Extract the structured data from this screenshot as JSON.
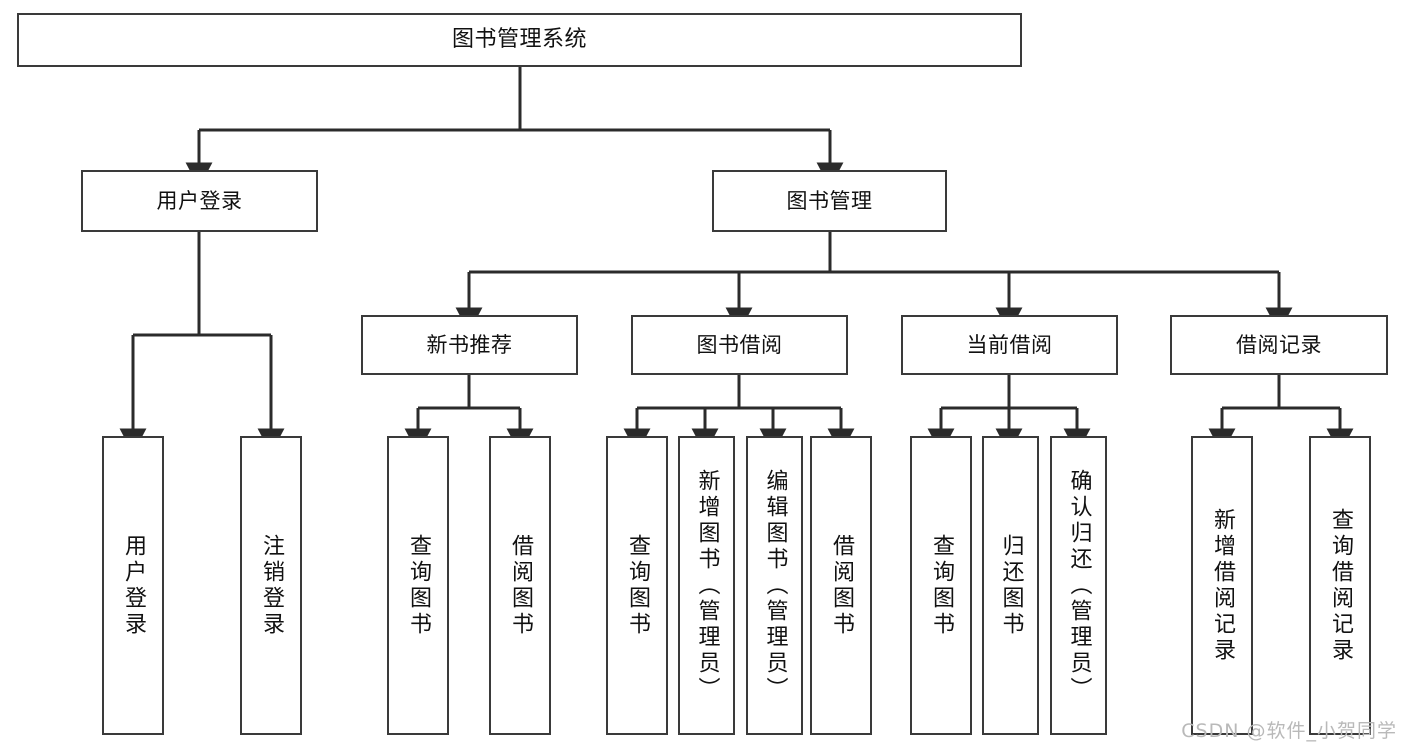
{
  "diagram": {
    "title": "图书管理系统",
    "type": "tree",
    "colors": {
      "box_stroke": "#3a3a3a",
      "box_fill": "#ffffff",
      "connector": "#2b2b2b",
      "text": "#111111",
      "watermark": "#b9b9b9",
      "background": "#ffffff"
    },
    "root": {
      "label": "图书管理系统",
      "orientation": "horizontal"
    },
    "level2": [
      {
        "label": "用户登录",
        "orientation": "horizontal"
      },
      {
        "label": "图书管理",
        "orientation": "horizontal"
      }
    ],
    "level3": [
      {
        "label": "新书推荐",
        "orientation": "horizontal",
        "parent": "图书管理"
      },
      {
        "label": "图书借阅",
        "orientation": "horizontal",
        "parent": "图书管理"
      },
      {
        "label": "当前借阅",
        "orientation": "horizontal",
        "parent": "图书管理"
      },
      {
        "label": "借阅记录",
        "orientation": "horizontal",
        "parent": "图书管理"
      }
    ],
    "leaves": [
      {
        "label": "用户登录",
        "orientation": "vertical",
        "parent": "用户登录"
      },
      {
        "label": "注销登录",
        "orientation": "vertical",
        "parent": "用户登录"
      },
      {
        "label": "查询图书",
        "orientation": "vertical",
        "parent": "新书推荐"
      },
      {
        "label": "借阅图书",
        "orientation": "vertical",
        "parent": "新书推荐"
      },
      {
        "label": "查询图书",
        "orientation": "vertical",
        "parent": "图书借阅"
      },
      {
        "label": "新增图书（管理员）",
        "orientation": "vertical",
        "parent": "图书借阅"
      },
      {
        "label": "编辑图书（管理员）",
        "orientation": "vertical",
        "parent": "图书借阅"
      },
      {
        "label": "借阅图书",
        "orientation": "vertical",
        "parent": "图书借阅"
      },
      {
        "label": "查询图书",
        "orientation": "vertical",
        "parent": "当前借阅"
      },
      {
        "label": "归还图书",
        "orientation": "vertical",
        "parent": "当前借阅"
      },
      {
        "label": "确认归还（管理员）",
        "orientation": "vertical",
        "parent": "当前借阅"
      },
      {
        "label": "新增借阅记录",
        "orientation": "vertical",
        "parent": "借阅记录"
      },
      {
        "label": "查询借阅记录",
        "orientation": "vertical",
        "parent": "借阅记录"
      }
    ]
  },
  "watermark": {
    "text": "CSDN @软件_小贺同学"
  }
}
